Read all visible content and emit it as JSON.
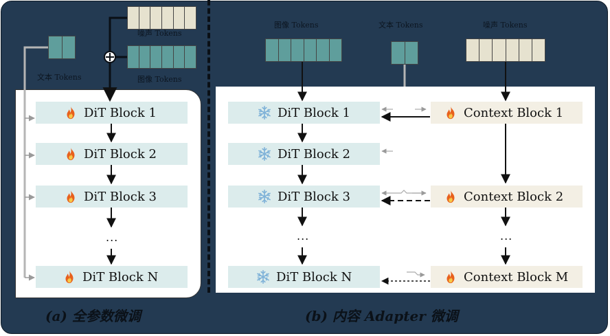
{
  "panel_a": {
    "text_tokens_label": "文本 Tokens",
    "noise_tokens_label": "噪声 Tokens",
    "image_tokens_label": "图像 Tokens",
    "blocks": [
      "DiT Block 1",
      "DiT Block 2",
      "DiT Block 3",
      "DiT Block N"
    ],
    "ellipsis": "...",
    "caption": "(a) 全参数微调"
  },
  "panel_b": {
    "image_tokens_label": "图像 Tokens",
    "text_tokens_label": "文本 Tokens",
    "noise_tokens_label": "噪声 Tokens",
    "dit_blocks": [
      "DiT Block 1",
      "DiT Block 2",
      "DiT Block 3",
      "DiT Block N"
    ],
    "context_blocks": [
      "Context Block 1",
      "Context Block 2",
      "Context Block M"
    ],
    "ellipsis": "...",
    "caption": "(b) 内容 Adapter 微调"
  },
  "icons": {
    "trainable": "fire-icon",
    "frozen": "snowflake-icon"
  },
  "colors": {
    "background": "#233a52",
    "dit_block": "#dcecec",
    "context_block": "#f3efe4",
    "teal_tokens": "#5f9e9c",
    "beige_tokens": "#e6e2cf",
    "fire": "#e8601c",
    "snowflake": "#7fb2d8"
  }
}
